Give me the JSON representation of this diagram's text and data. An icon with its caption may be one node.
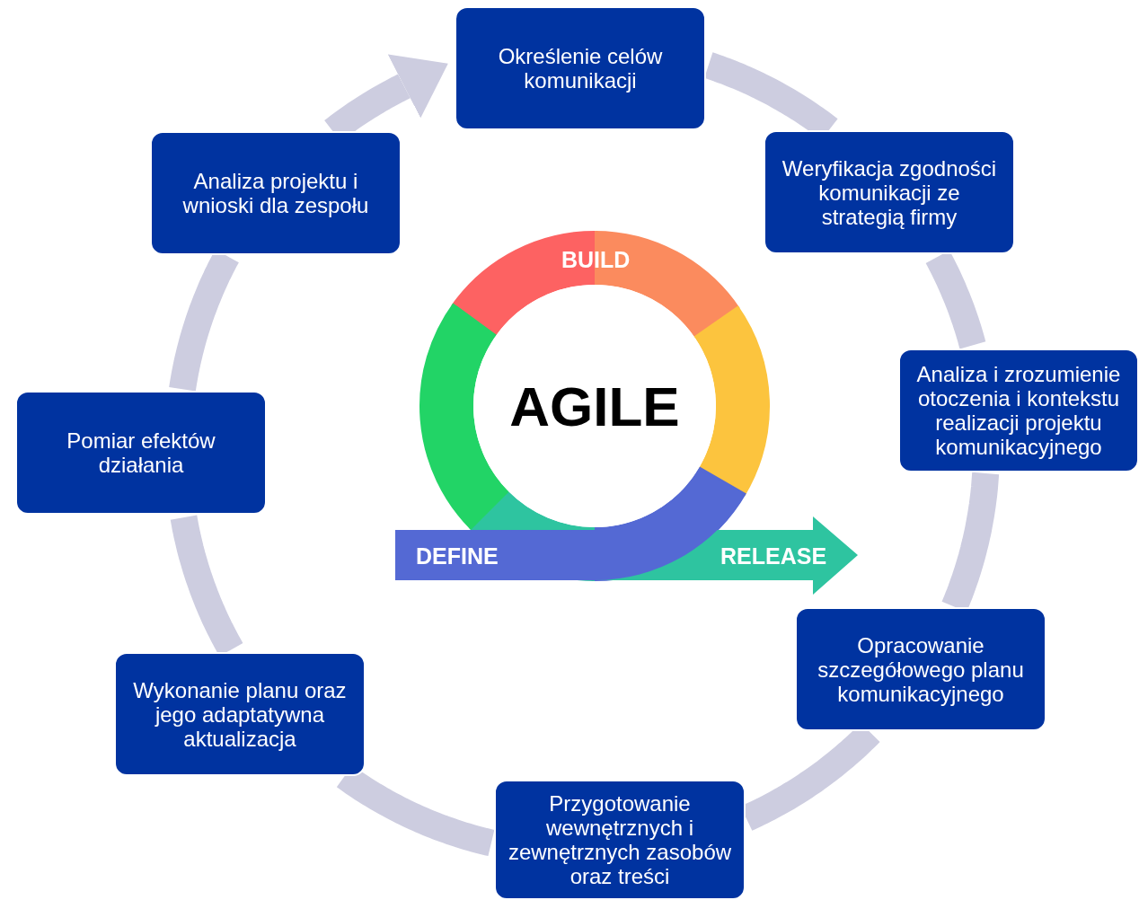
{
  "diagram": {
    "nodes": [
      {
        "text": [
          "Określenie celów komunikacji"
        ]
      },
      {
        "text": [
          "Weryfikacja zgodności komunikacji ze strategią firmy"
        ]
      },
      {
        "text": [
          "Analiza i zrozumienie otoczenia i kontekstu realizacji projektu komunikacyjnego"
        ]
      },
      {
        "text": [
          "Opracowanie szczegółowego planu komunikacyjnego"
        ]
      },
      {
        "text": [
          "Przygotowanie wewnętrznych i zewnętrznych zasobów oraz treści"
        ]
      },
      {
        "text": [
          "Wykonanie planu oraz jego adaptatywna aktualizacja"
        ]
      },
      {
        "text": [
          "Pomiar efektów działania"
        ]
      },
      {
        "text": [
          "Analiza projektu i wnioski dla zespołu"
        ]
      },
      {
        "text": [
          "AGILE"
        ]
      }
    ],
    "edges": [
      {
        "from": 0,
        "to": 1,
        "arrow": "none"
      },
      {
        "from": 1,
        "to": 2,
        "arrow": "none"
      },
      {
        "from": 2,
        "to": 3,
        "arrow": "none"
      },
      {
        "from": 3,
        "to": 4,
        "arrow": "none"
      },
      {
        "from": 4,
        "to": 5,
        "arrow": "none"
      },
      {
        "from": 5,
        "to": 6,
        "arrow": "none"
      },
      {
        "from": 6,
        "to": 7,
        "arrow": "none"
      },
      {
        "from": 7,
        "to": 0,
        "arrow": "to"
      }
    ],
    "labels": [
      "BUILD",
      "DEFINE",
      "RELEASE"
    ]
  }
}
